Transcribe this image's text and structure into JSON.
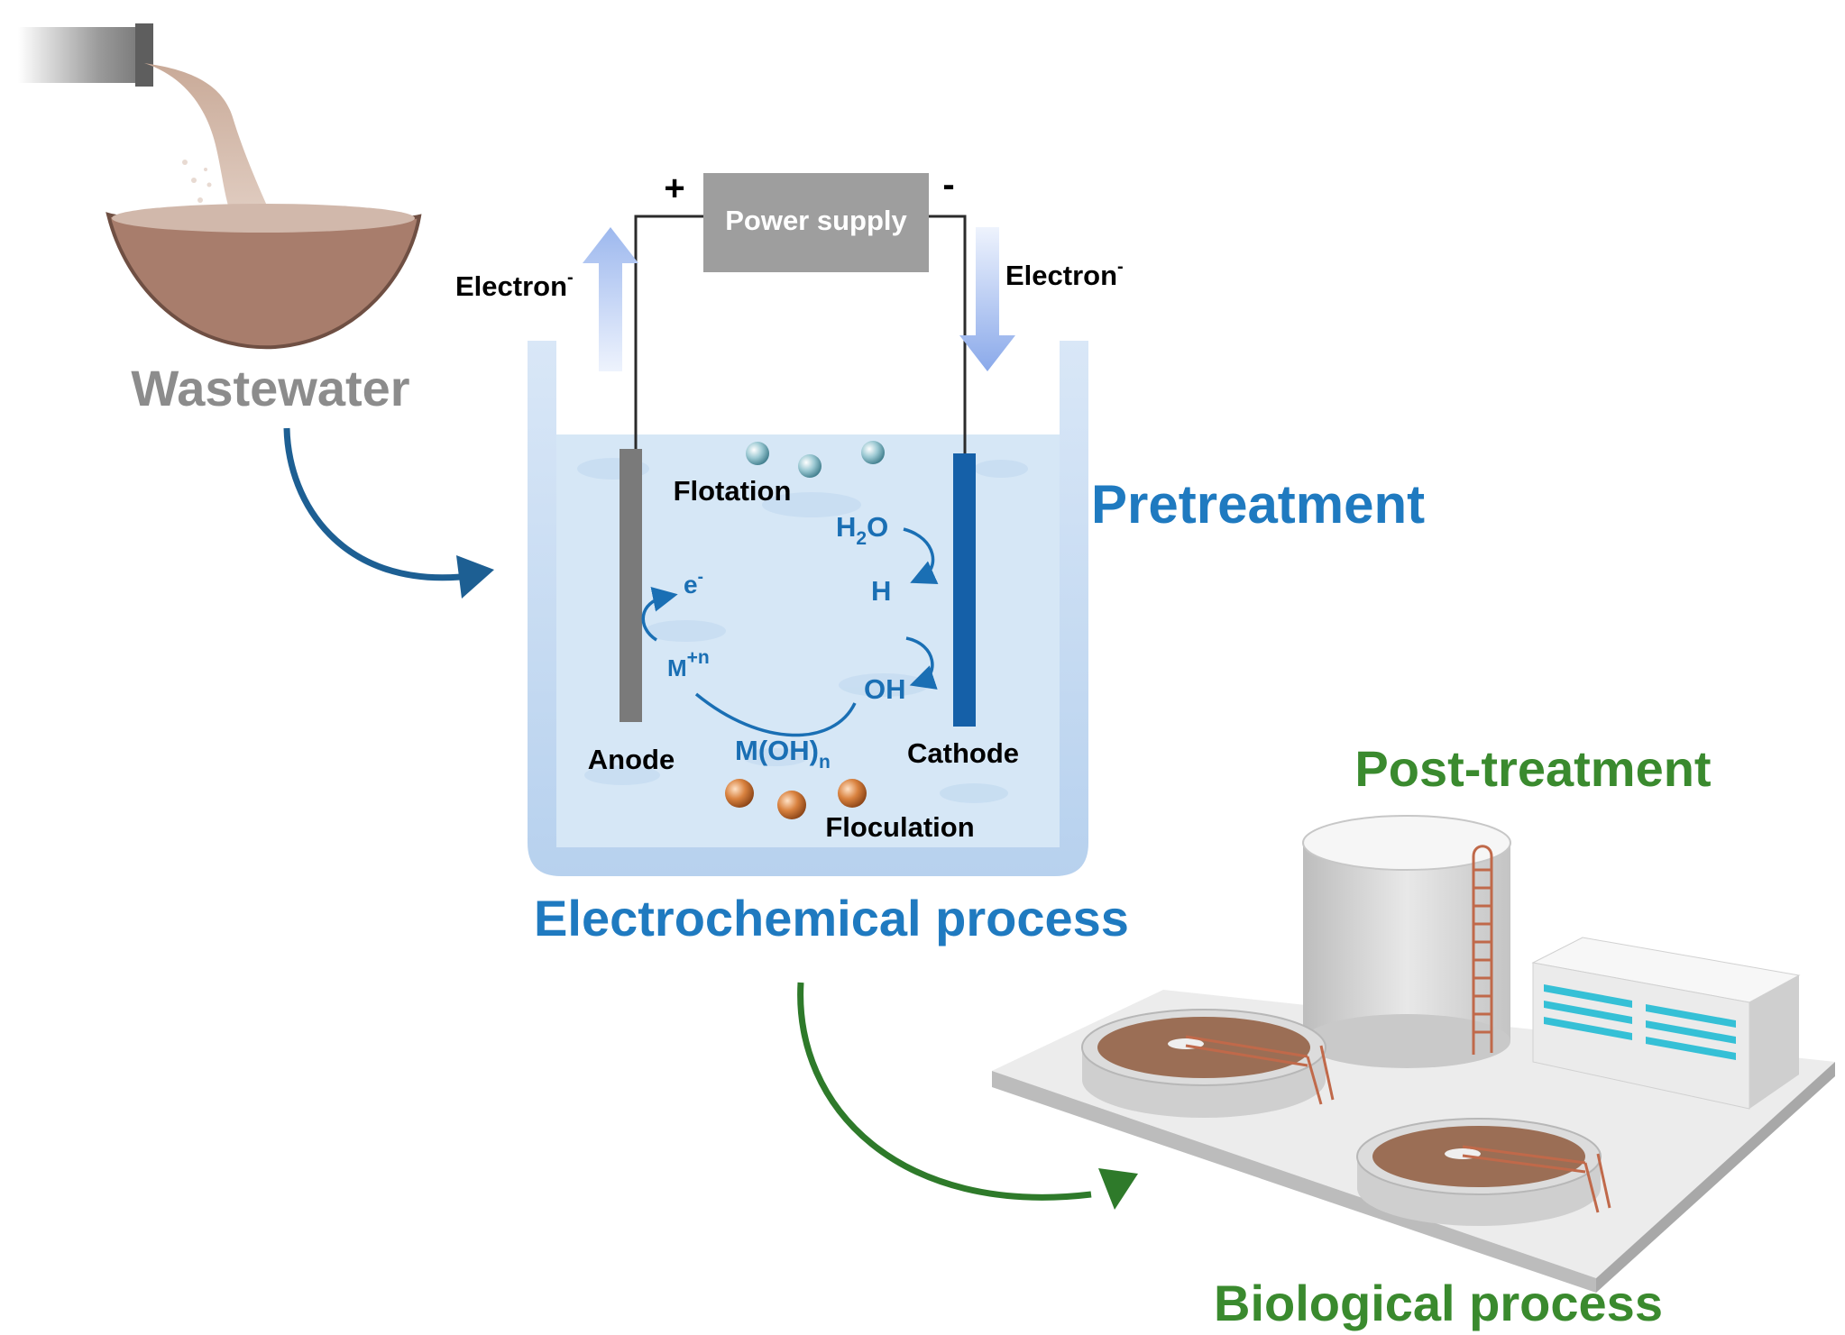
{
  "labels": {
    "wastewater": "Wastewater",
    "power_supply": "Power supply",
    "plus": "+",
    "minus": "-",
    "electron": "Electron",
    "electron_sup": "-",
    "flotation": "Flotation",
    "anode": "Anode",
    "cathode": "Cathode",
    "floculation": "Floculation",
    "pretreatment": "Pretreatment",
    "electrochemical_process": "Electrochemical process",
    "post_treatment": "Post-treatment",
    "biological_process": "Biological process"
  },
  "reactions": {
    "water_base": "H",
    "water_sub": "2",
    "water_tail": "O",
    "hydrogen": "H",
    "hydroxide": "OH",
    "electron_base": "e",
    "electron_sup": "-",
    "metal_base": "M",
    "metal_sup": "+n",
    "hydroxide_complex_base": "M(OH)",
    "hydroxide_complex_sub": "n"
  },
  "colors": {
    "wastewater_label": "#8c8c8c",
    "blue_title": "#1f7ac0",
    "green_title": "#3a8a2e",
    "reaction_blue": "#1a6fb4",
    "flow_arrow_blue": "#1d5f93",
    "flow_arrow_green": "#2e7a2a",
    "tank_border": "#aecbeb",
    "water_fill": "#d6e7f6",
    "anode": "#7a7a7a",
    "cathode": "#1560a8",
    "power_supply": "#9e9e9e",
    "electron_arrow": "#9db8ee"
  }
}
